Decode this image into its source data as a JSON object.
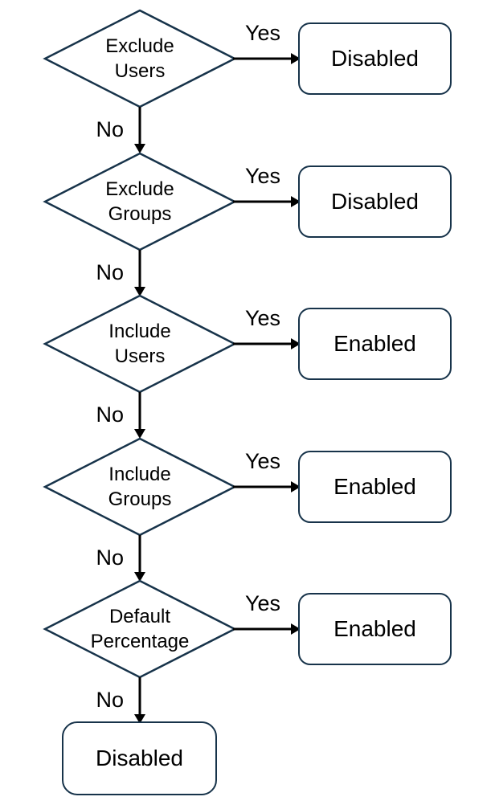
{
  "flowchart": {
    "decisions": [
      {
        "label": "Exclude\nUsers",
        "yes_label": "Yes",
        "no_label": "No",
        "result": "Disabled"
      },
      {
        "label": "Exclude\nGroups",
        "yes_label": "Yes",
        "no_label": "No",
        "result": "Disabled"
      },
      {
        "label": "Include\nUsers",
        "yes_label": "Yes",
        "no_label": "No",
        "result": "Enabled"
      },
      {
        "label": "Include\nGroups",
        "yes_label": "Yes",
        "no_label": "No",
        "result": "Enabled"
      },
      {
        "label": "Default\nPercentage",
        "yes_label": "Yes",
        "no_label": "No",
        "result": "Enabled"
      }
    ],
    "final_result": "Disabled",
    "colors": {
      "shape_outline": "#17334a",
      "connector": "#000000",
      "text": "#000000",
      "background": "#ffffff"
    }
  }
}
